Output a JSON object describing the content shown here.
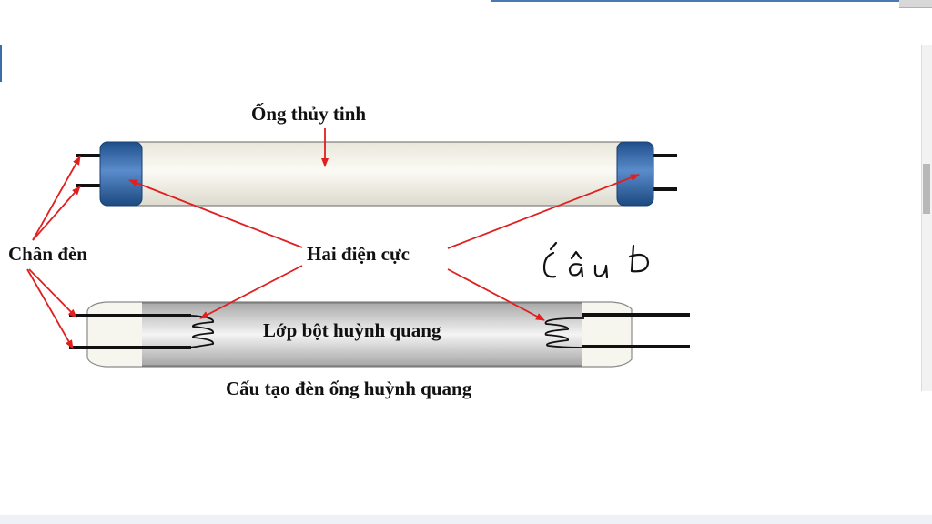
{
  "diagram": {
    "tube_title": "Ống thủy tinh",
    "pins_label": "Chân đèn",
    "electrodes_label": "Hai điện cực",
    "coating_label": "Lớp bột huỳnh  quang",
    "caption": "Cấu tạo đèn ống huỳnh  quang"
  },
  "annotation": {
    "handwritten_text": "Câu b"
  },
  "colors": {
    "arrow": "#e01f1f",
    "end_cap": "#2f63a5",
    "glass": "#f3f1e6",
    "coating": "#c6c6c6",
    "pin": "#111111"
  }
}
